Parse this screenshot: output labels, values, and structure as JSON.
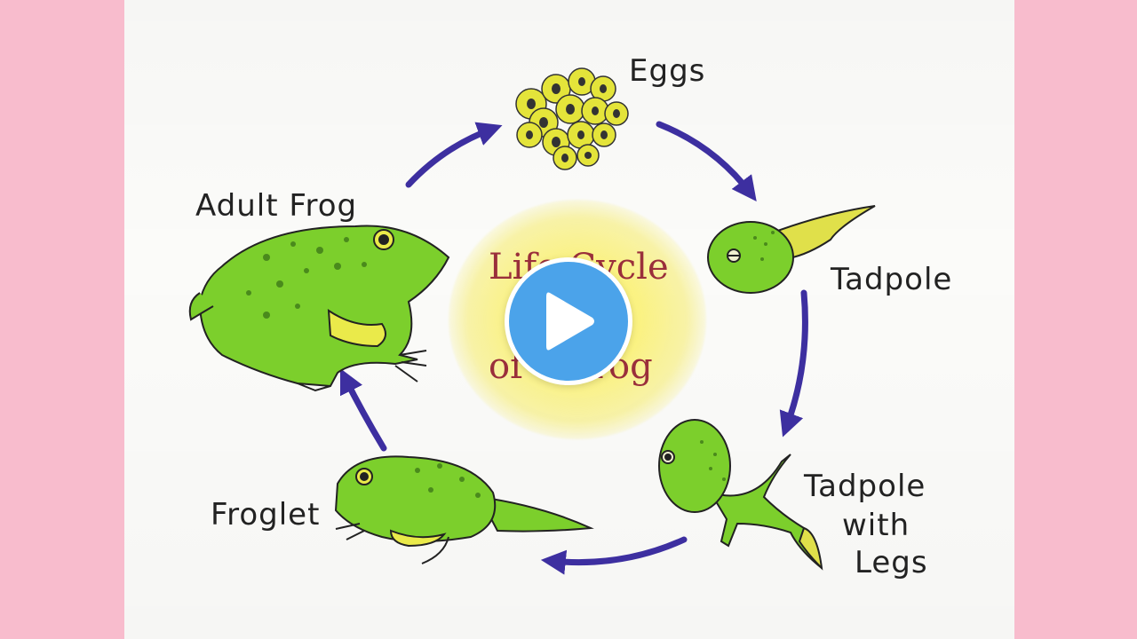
{
  "diagram": {
    "center_title_line1": "Life Cycle",
    "center_title_line2": "of a Frog",
    "stages": {
      "eggs": "Eggs",
      "tadpole": "Tadpole",
      "tadpole_with_legs_line1": "Tadpole",
      "tadpole_with_legs_line2": "with",
      "tadpole_with_legs_line3": "Legs",
      "froglet": "Froglet",
      "adult_frog": "Adult Frog"
    }
  },
  "player": {
    "play_icon": "play-icon"
  },
  "colors": {
    "background_pink": "#f8bccd",
    "arrow_blue": "#3d2fa0",
    "frog_green": "#7ccf2c",
    "play_blue": "#4ba3ea",
    "title_red": "#9a2f3b"
  }
}
